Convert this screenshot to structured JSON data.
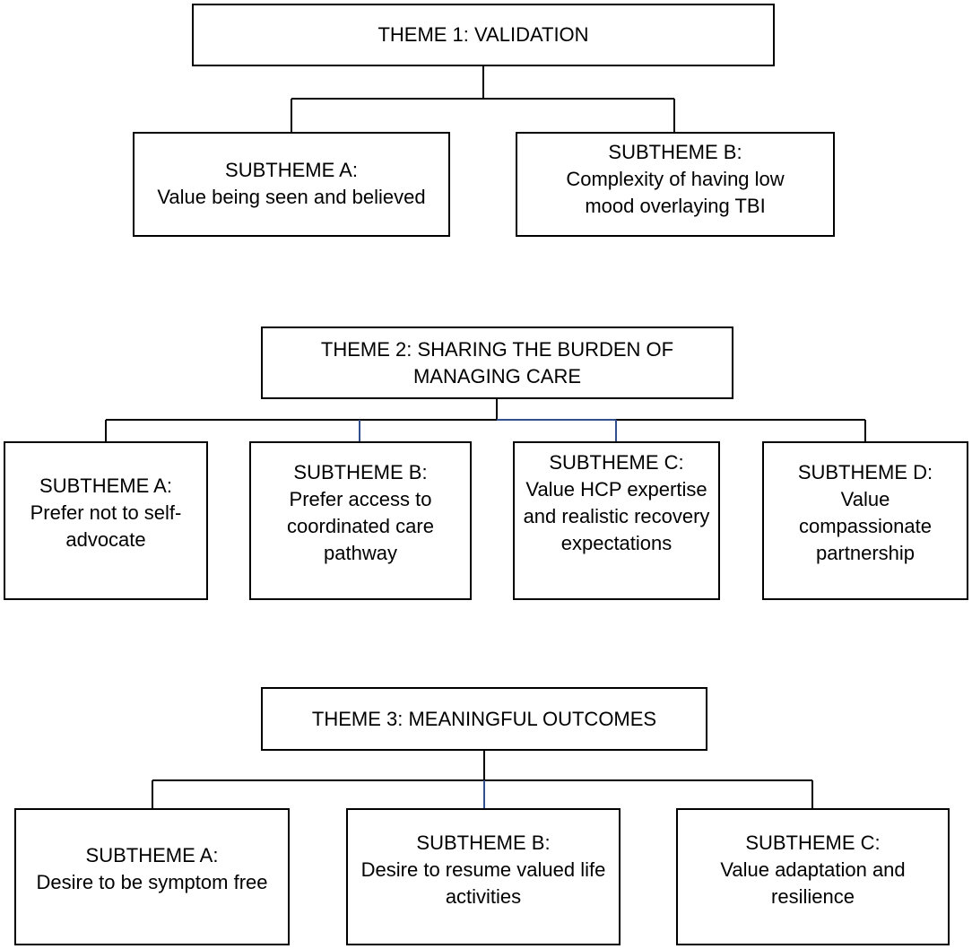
{
  "themes": [
    {
      "title": "THEME 1: VALIDATION",
      "subthemes": [
        {
          "label": "SUBTHEME A:",
          "text": "Value being seen and believed"
        },
        {
          "label": "SUBTHEME B:",
          "text": "Complexity of having low mood overlaying TBI"
        }
      ]
    },
    {
      "title": "THEME 2: SHARING THE BURDEN OF MANAGING CARE",
      "subthemes": [
        {
          "label": "SUBTHEME A:",
          "text": "Prefer not to self-advocate"
        },
        {
          "label": "SUBTHEME B:",
          "text": "Prefer access to coordinated care pathway"
        },
        {
          "label": "SUBTHEME C:",
          "text": "Value HCP expertise and realistic recovery expectations"
        },
        {
          "label": "SUBTHEME D:",
          "text": "Value compassionate partnership"
        }
      ]
    },
    {
      "title": "THEME 3: MEANINGFUL OUTCOMES",
      "subthemes": [
        {
          "label": "SUBTHEME A:",
          "text": "Desire to be symptom free"
        },
        {
          "label": "SUBTHEME B:",
          "text": "Desire to resume valued life activities"
        },
        {
          "label": "SUBTHEME C:",
          "text": "Value adaptation and resilience"
        }
      ]
    }
  ],
  "colors": {
    "box_border": "#000000",
    "connector": "#000000",
    "connector_accent": "#2f4f8f"
  }
}
